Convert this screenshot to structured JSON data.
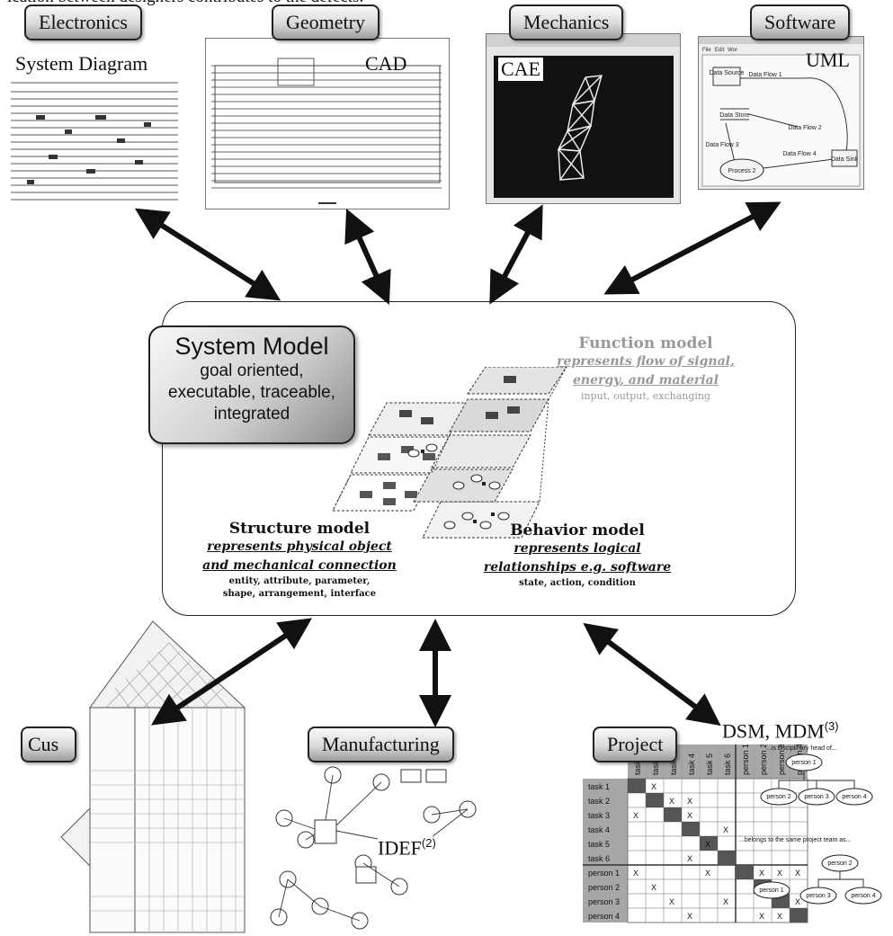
{
  "intro_text": "ication between designers contributes to the defects.",
  "domains": {
    "electronics": {
      "tag": "Electronics",
      "label": "System Diagram"
    },
    "geometry": {
      "tag": "Geometry",
      "label": "CAD"
    },
    "mechanics": {
      "tag": "Mechanics",
      "label": "CAE"
    },
    "software": {
      "tag": "Software",
      "label": "UML"
    },
    "customer": {
      "tag": "Cus"
    },
    "manufacturing": {
      "tag": "Manufacturing",
      "label": "IDEF",
      "label_sup": "(2)"
    },
    "project": {
      "tag": "Project",
      "label": "DSM, MDM",
      "label_sup": "(3)"
    }
  },
  "uml": {
    "menu": [
      "File",
      "Edit",
      "Wor"
    ],
    "nodes": [
      "Data Source",
      "Data Flow 1",
      "Data Store",
      "Data Flow 2",
      "Data Flow 3",
      "Data Flow 4",
      "Process 2",
      "Data Sink"
    ]
  },
  "system_model": {
    "title": "System Model",
    "lines": [
      "goal oriented,",
      "executable, traceable,",
      "integrated"
    ],
    "function": {
      "title": "Function model",
      "sub1": "represents flow of signal,",
      "sub2": "energy, and material",
      "attrs": "input, output, exchanging"
    },
    "structure": {
      "title": "Structure model",
      "sub1": "represents physical object",
      "sub2": "and mechanical connection",
      "attrs1": "entity, attribute, parameter,",
      "attrs2": "shape, arrangement, interface"
    },
    "behavior": {
      "title": "Behavior model",
      "sub1": "represents logical",
      "sub2": "relationships e.g. software",
      "attrs": "state, action, condition"
    }
  },
  "dsm": {
    "columns": [
      "task 1",
      "task 2",
      "task 3",
      "task 4",
      "task 5",
      "task 6",
      "person 1",
      "person 2",
      "person 3",
      "person 4"
    ],
    "rows": [
      "task 1",
      "task 2",
      "task 3",
      "task 4",
      "task 5",
      "task 6",
      "person 1",
      "person 2",
      "person 3",
      "person 4"
    ],
    "mark": "X",
    "note1": "...is disciplinary head of...",
    "note2": "...belongs to the same project team as...",
    "people": [
      "person 1",
      "person 2",
      "person 3",
      "person 4"
    ]
  }
}
